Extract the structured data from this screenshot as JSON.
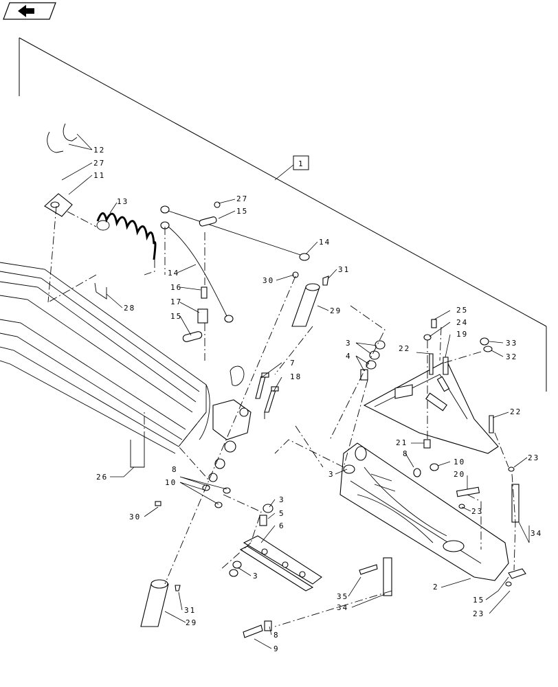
{
  "nav": {
    "back_icon": "back-arrow-icon"
  },
  "callout_box": "1",
  "labels": [
    {
      "id": "12",
      "text": "12"
    },
    {
      "id": "27a",
      "text": "27"
    },
    {
      "id": "11",
      "text": "11"
    },
    {
      "id": "13",
      "text": "13"
    },
    {
      "id": "27b",
      "text": "27"
    },
    {
      "id": "15a",
      "text": "15"
    },
    {
      "id": "14a",
      "text": "14"
    },
    {
      "id": "14b",
      "text": "14"
    },
    {
      "id": "16",
      "text": "16"
    },
    {
      "id": "17",
      "text": "17"
    },
    {
      "id": "15b",
      "text": "15"
    },
    {
      "id": "28",
      "text": "28"
    },
    {
      "id": "30a",
      "text": "30"
    },
    {
      "id": "31a",
      "text": "31"
    },
    {
      "id": "29a",
      "text": "29"
    },
    {
      "id": "25",
      "text": "25"
    },
    {
      "id": "24",
      "text": "24"
    },
    {
      "id": "19",
      "text": "19"
    },
    {
      "id": "33",
      "text": "33"
    },
    {
      "id": "32",
      "text": "32"
    },
    {
      "id": "22a",
      "text": "22"
    },
    {
      "id": "3a",
      "text": "3"
    },
    {
      "id": "4",
      "text": "4"
    },
    {
      "id": "7",
      "text": "7"
    },
    {
      "id": "18",
      "text": "18"
    },
    {
      "id": "22b",
      "text": "22"
    },
    {
      "id": "21",
      "text": "21"
    },
    {
      "id": "8a",
      "text": "8"
    },
    {
      "id": "10a",
      "text": "10"
    },
    {
      "id": "20",
      "text": "20"
    },
    {
      "id": "23a",
      "text": "23"
    },
    {
      "id": "3b",
      "text": "3"
    },
    {
      "id": "23b",
      "text": "23"
    },
    {
      "id": "26",
      "text": "26"
    },
    {
      "id": "8b",
      "text": "8"
    },
    {
      "id": "10b",
      "text": "10"
    },
    {
      "id": "30b",
      "text": "30"
    },
    {
      "id": "3c",
      "text": "3"
    },
    {
      "id": "5",
      "text": "5"
    },
    {
      "id": "6",
      "text": "6"
    },
    {
      "id": "34a",
      "text": "34"
    },
    {
      "id": "3d",
      "text": "3"
    },
    {
      "id": "2",
      "text": "2"
    },
    {
      "id": "35",
      "text": "35"
    },
    {
      "id": "34b",
      "text": "34"
    },
    {
      "id": "15c",
      "text": "15"
    },
    {
      "id": "23c",
      "text": "23"
    },
    {
      "id": "31b",
      "text": "31"
    },
    {
      "id": "29b",
      "text": "29"
    },
    {
      "id": "8c",
      "text": "8"
    },
    {
      "id": "9",
      "text": "9"
    }
  ]
}
